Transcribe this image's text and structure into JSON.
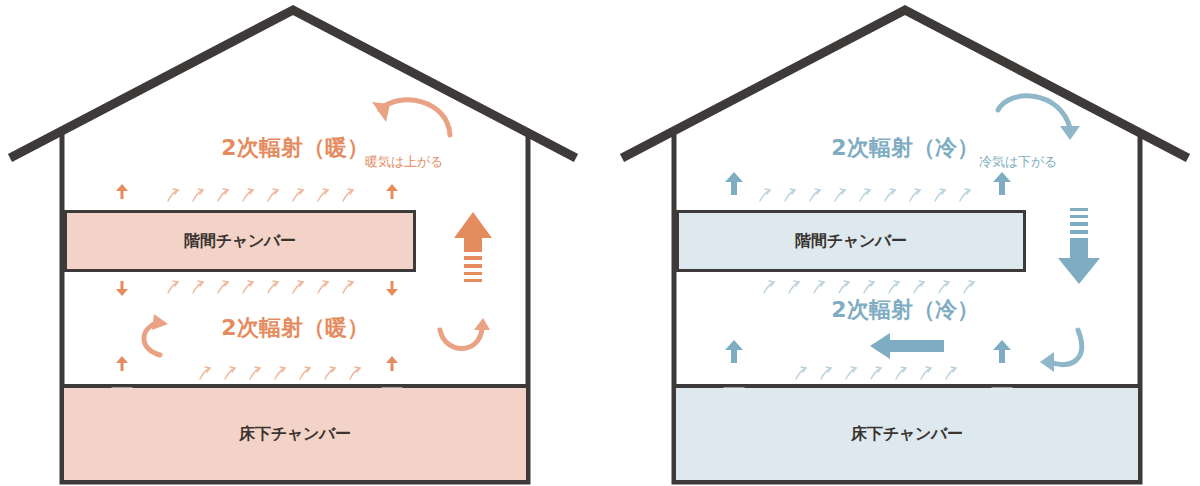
{
  "diagram": {
    "nodes": [
      {
        "text": [
          "階間チャンバー"
        ]
      },
      {
        "text": [
          "床下チャンバー"
        ]
      },
      {
        "text": [
          "階間チャンバー"
        ]
      },
      {
        "text": [
          "床下チャンバー"
        ]
      }
    ],
    "labels": [
      "2次輻射（暖）",
      "暖気は上がる",
      "2次輻射（暖）",
      "2次輻射（冷）",
      "冷気は下がる",
      "2次輻射（冷）"
    ]
  }
}
